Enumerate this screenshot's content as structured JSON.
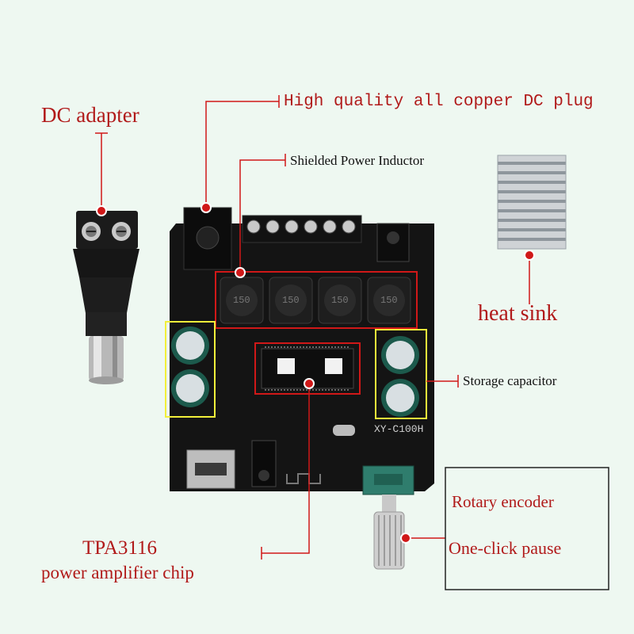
{
  "labels": {
    "dc_adapter": "DC adapter",
    "dc_plug": "High quality all copper DC plug",
    "inductor": "Shielded Power Inductor",
    "heat_sink": "heat sink",
    "storage_capacitor": "Storage capacitor",
    "rotary_encoder": "Rotary encoder",
    "one_click_pause": "One-click pause",
    "chip_name": "TPA3116",
    "chip_desc": "power amplifier chip"
  },
  "board": {
    "model": "XY-C100H",
    "inductor_marking": "150"
  },
  "colors": {
    "annotation_red": "#d01818",
    "highlight_yellow": "#f2ef3a",
    "pcb_black": "#141414"
  },
  "icons": [
    "dc-adapter-plug-image",
    "heat-sink-image",
    "amplifier-board-image"
  ]
}
